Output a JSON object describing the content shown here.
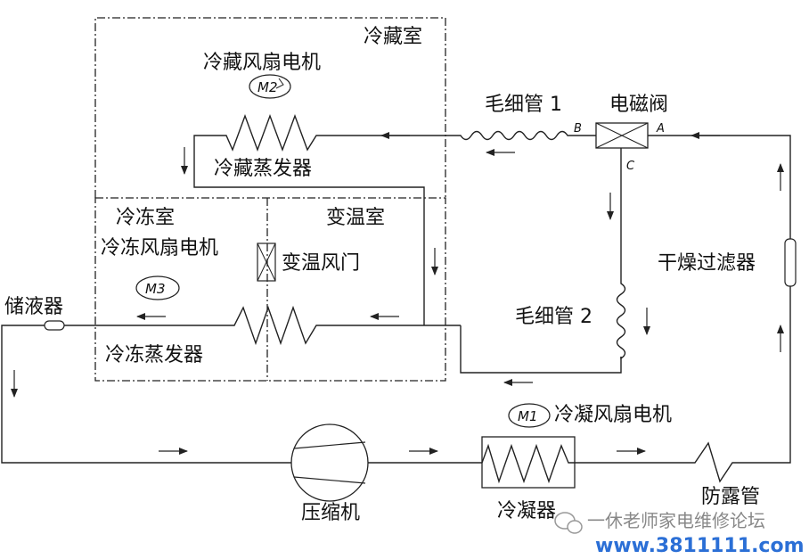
{
  "labels": {
    "refrigerator_room": "冷藏室",
    "refrigerator_fan_motor": "冷藏风扇电机",
    "refrigerator_evaporator": "冷藏蒸发器",
    "freezer_room": "冷冻室",
    "freezer_fan_motor": "冷冻风扇电机",
    "freezer_evaporator": "冷冻蒸发器",
    "variable_room": "变温室",
    "variable_damper": "变温风门",
    "capillary_1": "毛细管 1",
    "capillary_2": "毛细管 2",
    "solenoid_valve": "电磁阀",
    "dryer_filter": "干燥过滤器",
    "accumulator": "储液器",
    "compressor": "压缩机",
    "condenser": "冷凝器",
    "condenser_fan_motor": "冷凝风扇电机",
    "anti_dew_pipe": "防露管",
    "port_a": "A",
    "port_b": "B",
    "port_c": "C"
  },
  "motors": {
    "m1": "M1",
    "m2": "M2",
    "m3": "M3"
  },
  "watermark": {
    "text": "一休老师家电维修论坛",
    "url": "www.3811111.com"
  }
}
